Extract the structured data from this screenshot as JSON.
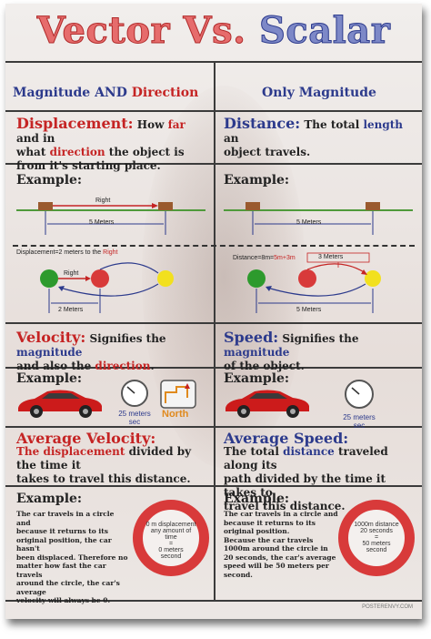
{
  "title": {
    "part1": "Vector",
    "part2": "Vs.",
    "part3": "Scalar"
  },
  "header": {
    "left_a": "Magnitude AND ",
    "left_b": "Direction",
    "right": "Only Magnitude"
  },
  "displacement": {
    "term": "Displacement:",
    "t1": " How ",
    "w1": "far",
    "t2": " and in",
    "t3": "what ",
    "w2": "direction",
    "t4": " the object is",
    "t5": "from it's starting place."
  },
  "distance": {
    "term": "Distance:",
    "t1": " The total ",
    "w1": "length",
    "t2": " an",
    "t3": "object travels."
  },
  "example_label": "Example:",
  "diagram1": {
    "left_right": "Right",
    "left_meters": "5 Meters",
    "right_meters": "5 Meters"
  },
  "diagram2": {
    "left_a": "Displacement=2 meters to the ",
    "left_b": "Right",
    "left_right": "Right",
    "left_meters": "2 Meters",
    "right_a": "Distance=8m=",
    "right_b": "5m+3m",
    "right_top": "3 Meters",
    "right_meters": "5 Meters"
  },
  "velocity": {
    "term": "Velocity:",
    "t1": " Signifies the ",
    "w1": "magnitude",
    "t2": "and also the ",
    "w2": "direction",
    "t3": "."
  },
  "speed": {
    "term": "Speed:",
    "t1": " Signifies the ",
    "w1": "magnitude",
    "t2": "of the object."
  },
  "example3": {
    "left_speed": "25 meters",
    "left_unit": "sec",
    "left_north": "North",
    "right_speed": "25 meters",
    "right_unit": "sec"
  },
  "avg_velocity": {
    "term": "Average Velocity:",
    "w1": "The ",
    "w2": "displacement",
    "t1": " divided by the time it",
    "t2": "takes to travel this distance."
  },
  "avg_speed": {
    "term": "Average Speed:",
    "t1": "The total ",
    "w1": "distance",
    "t2": " traveled along its",
    "t3": "path divided by the time it takes to",
    "t4": "travel this distance."
  },
  "example4": {
    "left_text": [
      "The car travels in a circle and",
      "because it returns to its",
      "original position, the car hasn't",
      "been displaced. Therefore no",
      "matter how fast the car travels",
      "around the circle, the car's average",
      "velocity will always be 0."
    ],
    "left_ring": [
      "0 m displacement",
      "any amount of time",
      "=",
      "0 meters",
      "second"
    ],
    "right_text": [
      "The car travels in a circle and",
      "because it returns to its original position.",
      "Because the car travels",
      "1000m around the circle in",
      "20 seconds, the car's average",
      "speed will be 50 meters per",
      "second."
    ],
    "right_ring": [
      "1000m distance",
      "20 seconds",
      "=",
      "50 meters",
      "second"
    ]
  },
  "footer": "POSTERENVY.COM",
  "colors": {
    "red": "#c52424",
    "blue": "#2c3a8c",
    "green": "#2d9a2d",
    "yellow": "#f2e01e",
    "car": "#cc1b1b"
  }
}
